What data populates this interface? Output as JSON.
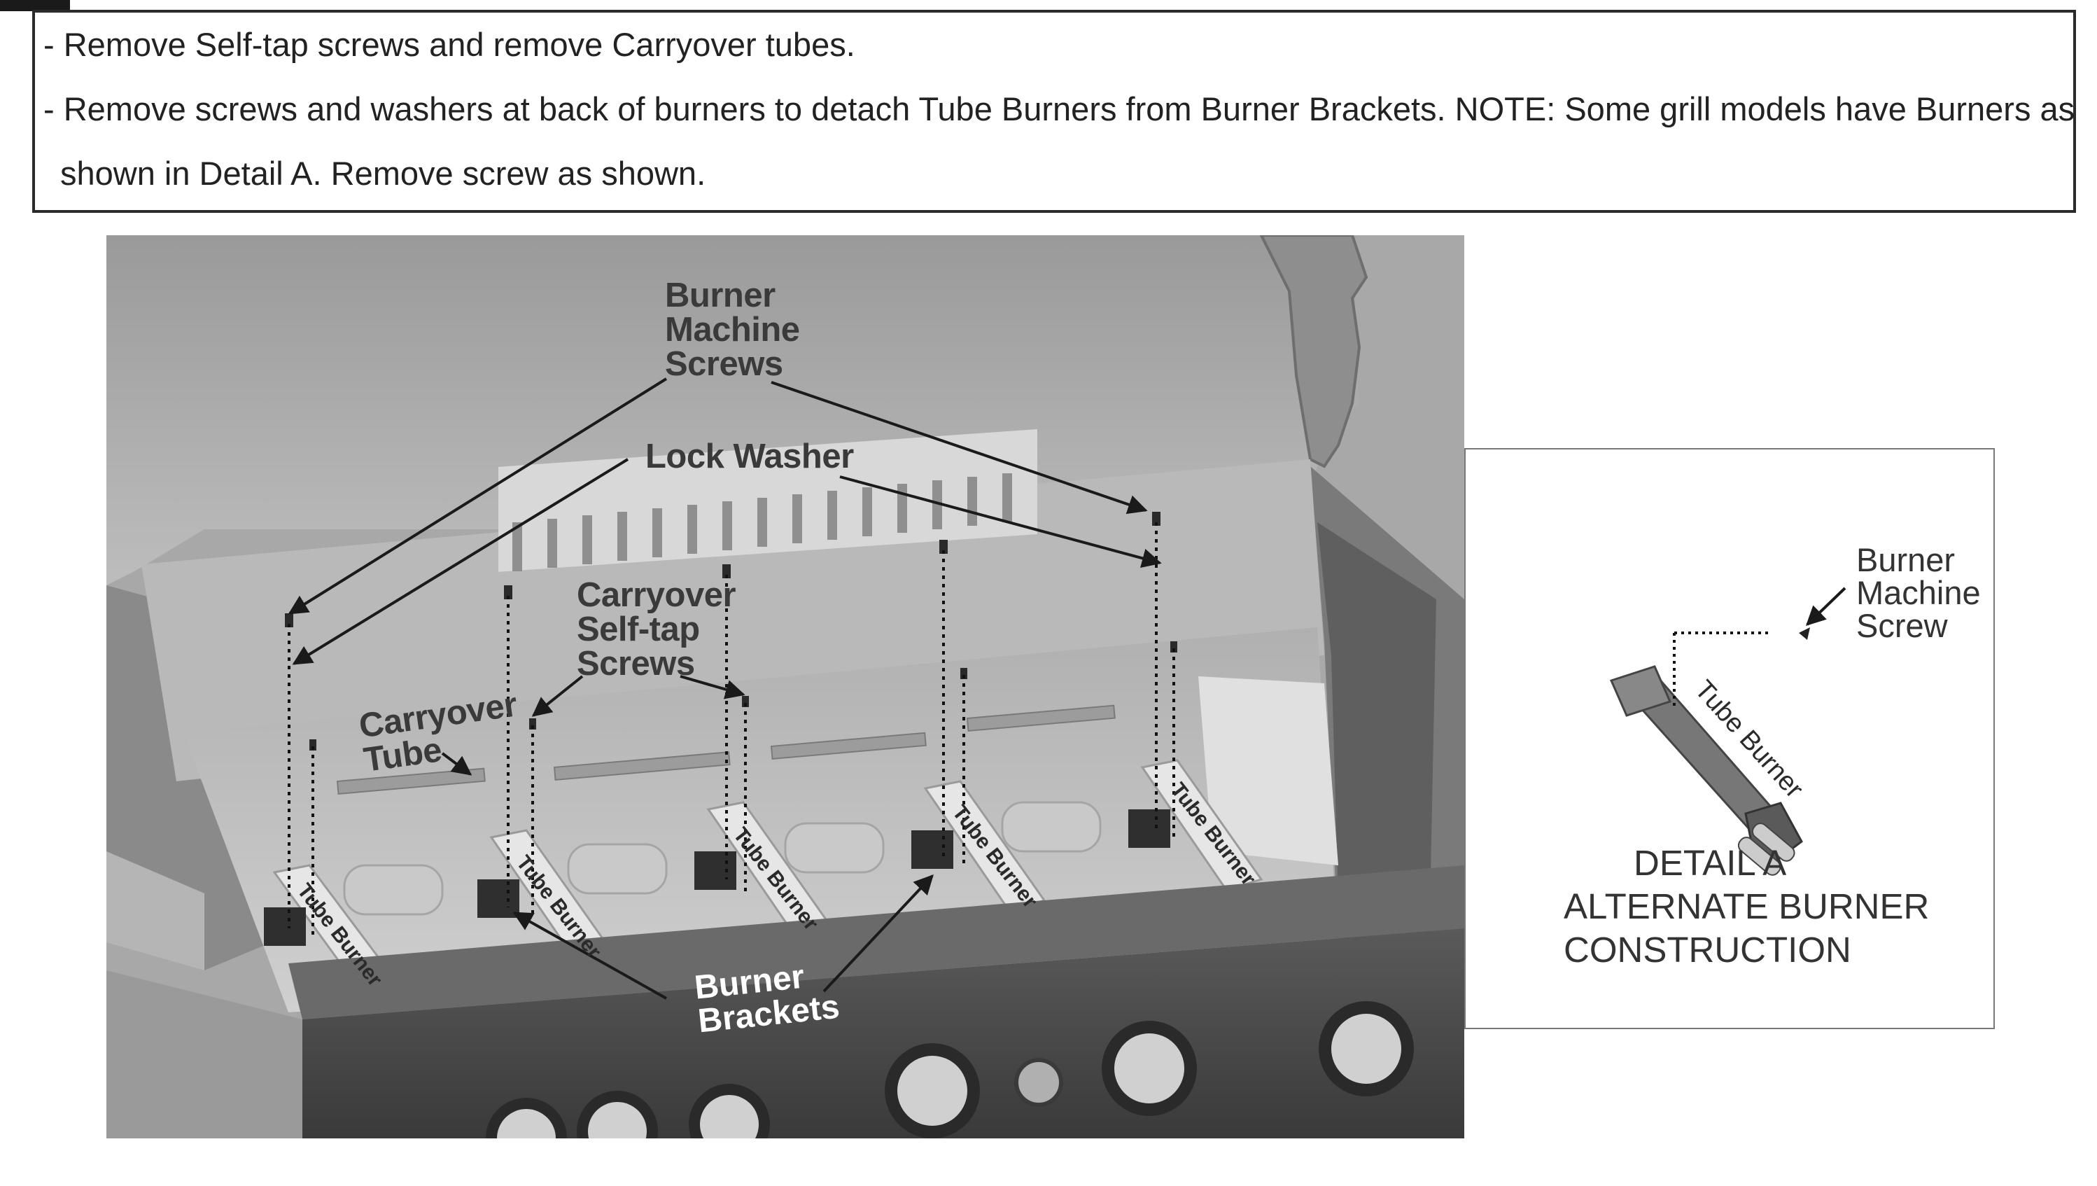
{
  "instructions": {
    "line1": "- Remove Self-tap screws and remove Carryover tubes.",
    "line2": "- Remove screws and washers at back of burners to detach Tube Burners from Burner Brackets. NOTE: Some grill models have Burners as",
    "line3": "shown in Detail  A.  Remove screw as shown."
  },
  "main_labels": {
    "burner_machine_screws": [
      "Burner",
      "Machine",
      "Screws"
    ],
    "lock_washer": "Lock Washer",
    "carryover_self_tap_screws": [
      "Carryover",
      "Self-tap",
      "Screws"
    ],
    "carryover_tube": [
      "Carryover",
      "Tube"
    ],
    "burner_brackets": [
      "Burner",
      "Brackets"
    ],
    "tube_burner": "Tube Burner"
  },
  "detail": {
    "label": [
      "Burner",
      "Machine",
      "Screw"
    ],
    "tube_burner": "Tube Burner",
    "caption": [
      "DETAIL A",
      "ALTERNATE BURNER",
      "CONSTRUCTION"
    ]
  },
  "colors": {
    "grill_dark": "#4a4a4a",
    "grill_mid": "#8a8a8a",
    "grill_light": "#c4c4c4",
    "label_text": "#3a3a3a"
  }
}
